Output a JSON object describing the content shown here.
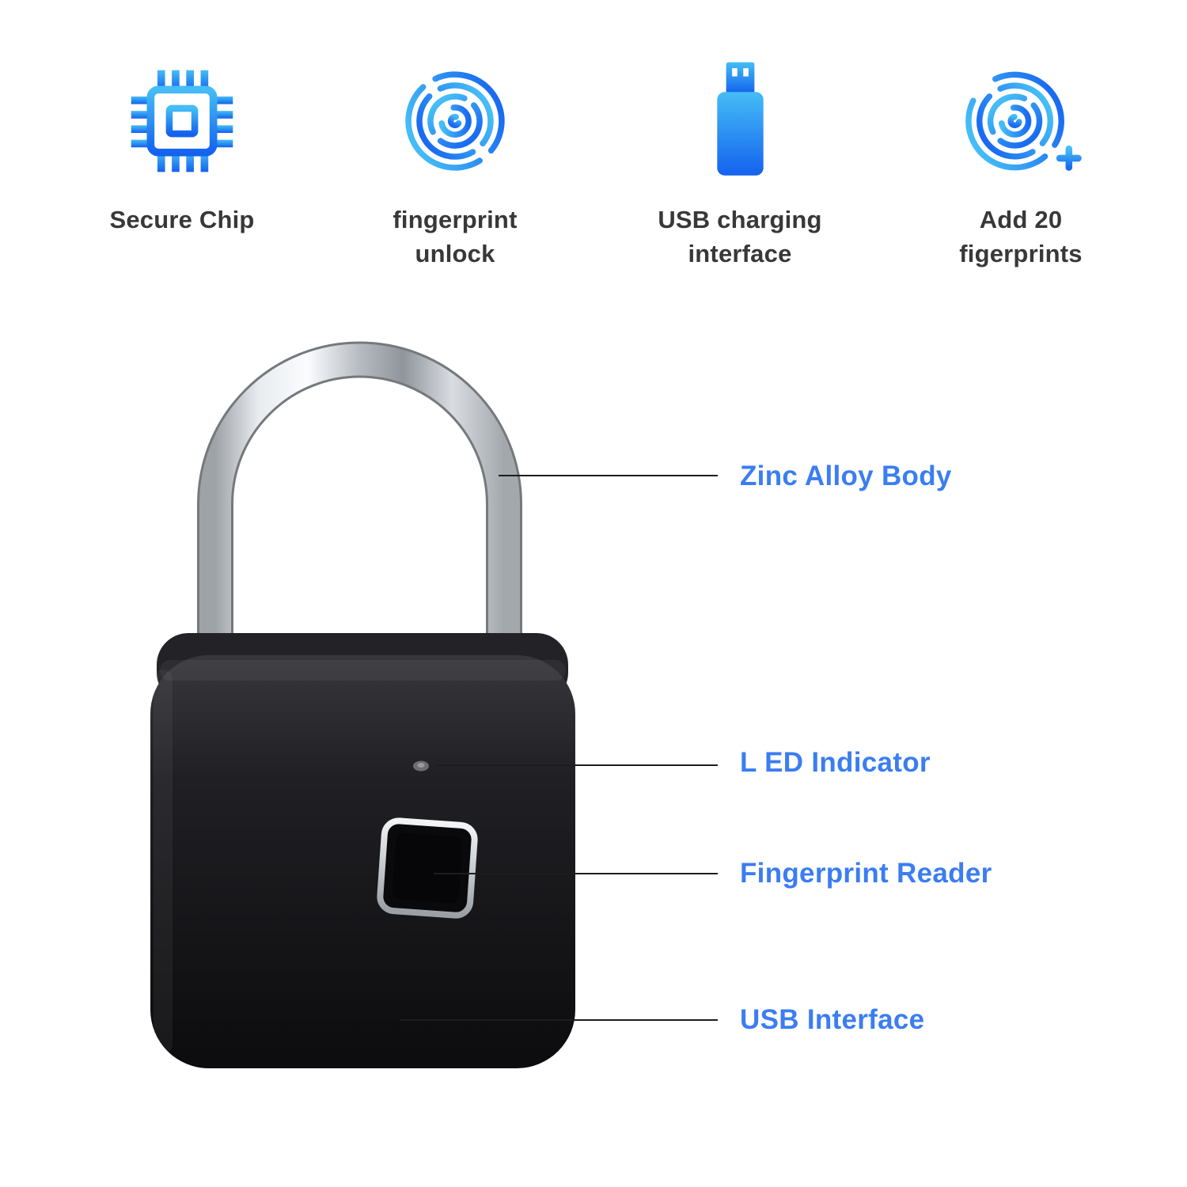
{
  "page": {
    "background": "#ffffff",
    "type": "product-feature-infographic",
    "product": "fingerprint smart padlock"
  },
  "features": [
    {
      "id": "secure-chip",
      "icon": "chip-icon",
      "label": "Secure Chip"
    },
    {
      "id": "fingerprint-unlock",
      "icon": "fingerprint-icon",
      "label": "fingerprint unlock"
    },
    {
      "id": "usb-charging",
      "icon": "usb-drive-icon",
      "label": "USB charging interface"
    },
    {
      "id": "add-fingerprints",
      "icon": "fingerprint-add-icon",
      "label": "Add 20 figerprints"
    }
  ],
  "callouts": [
    {
      "id": "zinc-alloy-body",
      "label": "Zinc Alloy Body",
      "points_to": "shackle"
    },
    {
      "id": "led-indicator",
      "label": "L ED Indicator",
      "points_to": "led"
    },
    {
      "id": "fingerprint-reader",
      "label": "Fingerprint Reader",
      "points_to": "reader"
    },
    {
      "id": "usb-interface",
      "label": "USB Interface",
      "points_to": "body-bottom"
    }
  ],
  "colors": {
    "accent_blue": "#3b7df2",
    "icon_gradient_top": "#45bdf6",
    "icon_gradient_bottom": "#1462ee",
    "feature_label": "#383838",
    "lock_body": "#141416",
    "shackle_chrome": "#d7dbe0",
    "callout_line": "#1d1d1d"
  }
}
